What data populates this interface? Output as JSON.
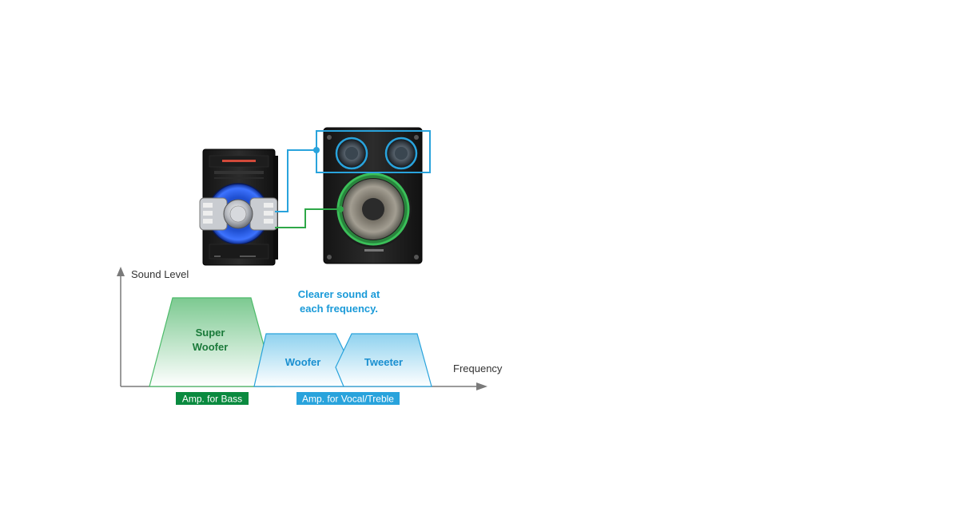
{
  "axes": {
    "y_label": "Sound Level",
    "x_label": "Frequency"
  },
  "bands": {
    "super_woofer": {
      "line1": "Super",
      "line2": "Woofer"
    },
    "woofer": {
      "label": "Woofer"
    },
    "tweeter": {
      "label": "Tweeter"
    }
  },
  "callout": {
    "line1": "Clearer sound at",
    "line2": "each frequency."
  },
  "amps": {
    "bass": "Amp. for Bass",
    "vocal_treble": "Amp. for Vocal/Treble"
  },
  "colors": {
    "green_dark": "#0a8a3f",
    "green_text": "#1a7a3a",
    "green_fill": "#8fd39f",
    "blue": "#29a3dc",
    "blue_text": "#1a8fd0",
    "blue_fill": "#9fd8f0",
    "axis": "#7a7a7a",
    "amp_bass_bg": "#0a8a3f",
    "amp_vocal_bg": "#29a3dc"
  }
}
